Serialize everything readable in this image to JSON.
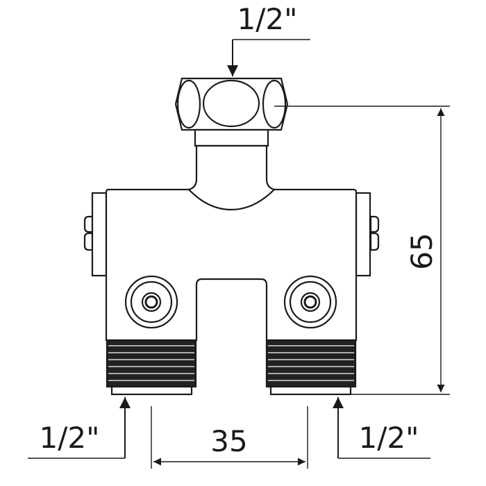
{
  "diagram": {
    "labels": {
      "top_inlet": "1/2\"",
      "height": "65",
      "spacing": "35",
      "outlet_left": "1/2\"",
      "outlet_right": "1/2\""
    },
    "colors": {
      "line": "#1a1a1a",
      "dim": "#555555"
    }
  }
}
